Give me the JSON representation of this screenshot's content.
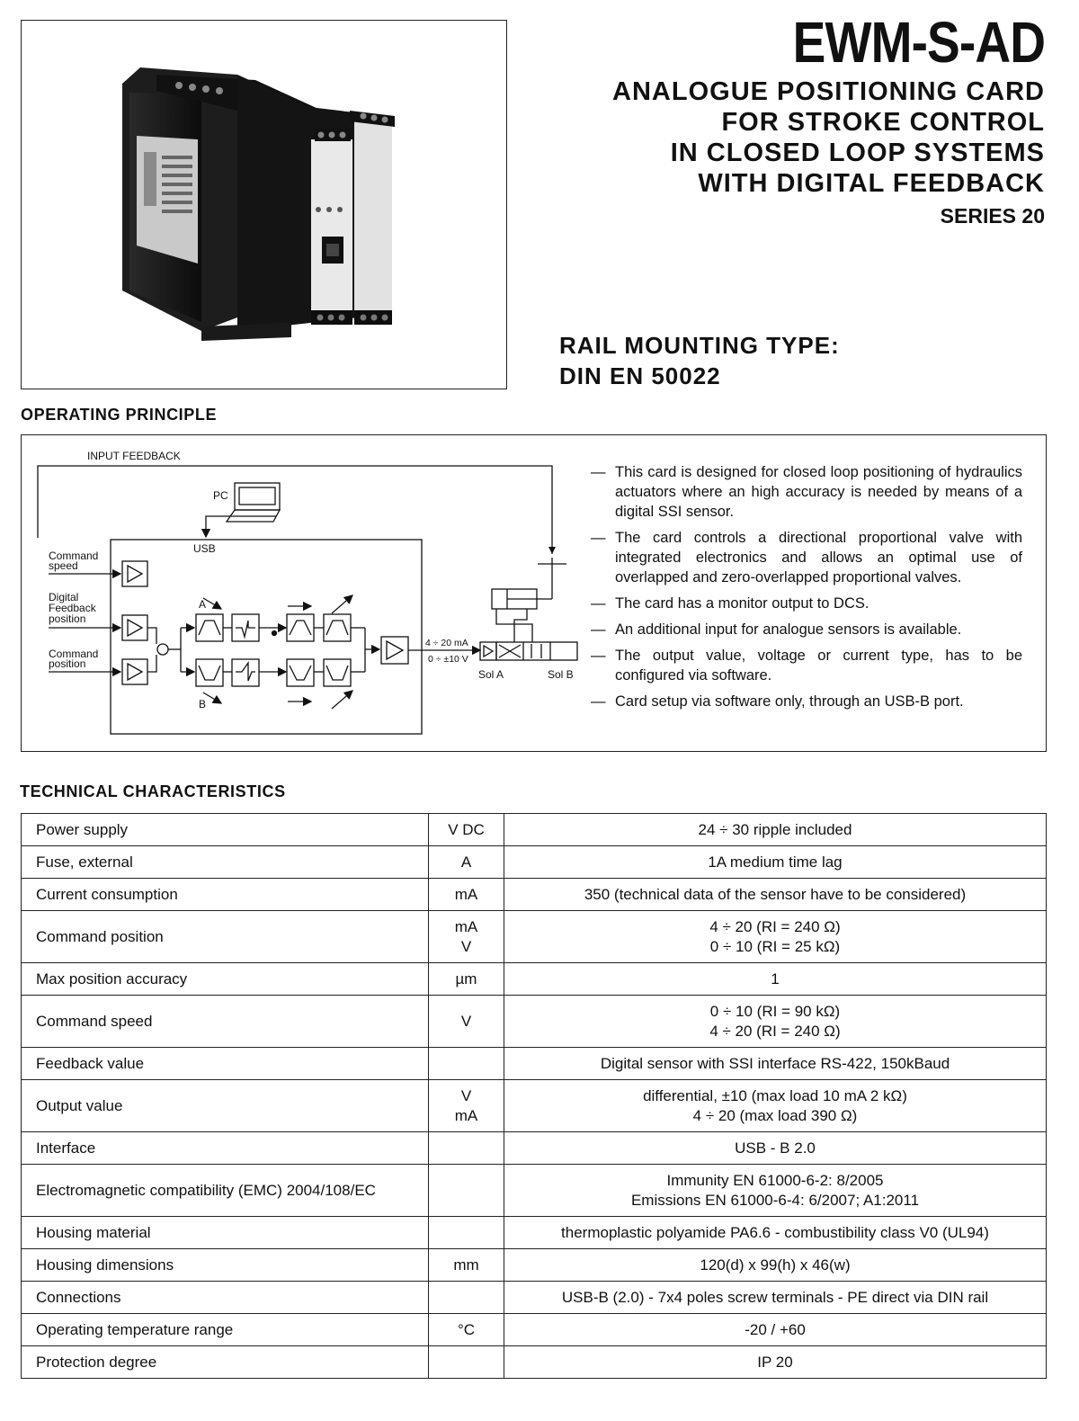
{
  "header": {
    "model": "EWM-S-AD",
    "subtitle_lines": [
      "ANALOGUE POSITIONING CARD",
      "FOR STROKE CONTROL",
      "IN CLOSED LOOP SYSTEMS",
      "WITH DIGITAL FEEDBACK"
    ],
    "series": "SERIES 20",
    "rail_line1": "RAIL MOUNTING TYPE:",
    "rail_line2": "DIN EN 50022"
  },
  "operating_principle": {
    "title": "OPERATING PRINCIPLE",
    "diagram_labels": {
      "input_feedback": "INPUT FEEDBACK",
      "pc": "PC",
      "usb": "USB",
      "command_speed_1": "Command",
      "command_speed_2": "speed",
      "digital_feedback_1": "Digital",
      "digital_feedback_2": "Feedback",
      "digital_feedback_3": "position",
      "command_position_1": "Command",
      "command_position_2": "position",
      "a": "A",
      "b": "B",
      "out_ma": "4 ÷ 20 mA",
      "out_v": "0 ÷ ±10 V",
      "sol_a": "Sol A",
      "sol_b": "Sol B"
    },
    "bullets": [
      "This card is designed for closed loop positioning of hydraulics actuators where an high accuracy is needed by means of a digital SSI sensor.",
      "The card controls a directional proportional valve with integrated electronics and allows an optimal use of overlapped and zero-overlapped proportional valves.",
      "The card has a monitor output to DCS.",
      "An additional input for analogue sensors is available.",
      "The output value, voltage or current type, has to be configured via software.",
      "Card setup via software only, through an USB-B port."
    ]
  },
  "technical": {
    "title": "TECHNICAL CHARACTERISTICS",
    "rows": [
      {
        "label": "Power supply",
        "unit": "V DC",
        "value": "24 ÷ 30 ripple included"
      },
      {
        "label": "Fuse, external",
        "unit": "A",
        "value": "1A medium time lag"
      },
      {
        "label": "Current consumption",
        "unit": "mA",
        "value": "350 (technical data of the sensor have to be considered)"
      },
      {
        "label": "Command position",
        "unit": "mA",
        "unit2": "V",
        "value": "4 ÷ 20 (RI = 240 Ω)",
        "value2": "0 ÷ 10 (RI = 25 kΩ)"
      },
      {
        "label": "Max position accuracy",
        "unit": "µm",
        "value": "1"
      },
      {
        "label": "Command speed",
        "unit": "V",
        "value": "0 ÷ 10 (RI = 90 kΩ)",
        "value2": "4 ÷ 20 (RI = 240 Ω)"
      },
      {
        "label": "Feedback value",
        "unit": "",
        "value": "Digital sensor with SSI interface RS-422, 150kBaud"
      },
      {
        "label": "Output value",
        "unit": "V",
        "unit2": "mA",
        "value": "differential, ±10 (max load 10 mA   2 kΩ)",
        "value2": "4 ÷ 20 (max load 390 Ω)"
      },
      {
        "label": "Interface",
        "unit": "",
        "value": "USB - B 2.0"
      },
      {
        "label": "Electromagnetic compatibility (EMC)   2004/108/EC",
        "unit": "",
        "value": "Immunity EN 61000-6-2: 8/2005",
        "value2": "Emissions EN 61000-6-4: 6/2007; A1:2011"
      },
      {
        "label": "Housing material",
        "unit": "",
        "value": "thermoplastic polyamide PA6.6 - combustibility class V0 (UL94)"
      },
      {
        "label": "Housing dimensions",
        "unit": "mm",
        "value": "120(d) x 99(h) x 46(w)"
      },
      {
        "label": "Connections",
        "unit": "",
        "value": "USB-B (2.0)  -  7x4 poles screw terminals  -  PE direct via DIN rail"
      },
      {
        "label": "Operating temperature range",
        "unit": "°C",
        "value": "-20 / +60"
      },
      {
        "label": "Protection degree",
        "unit": "",
        "value": "IP 20"
      }
    ]
  }
}
